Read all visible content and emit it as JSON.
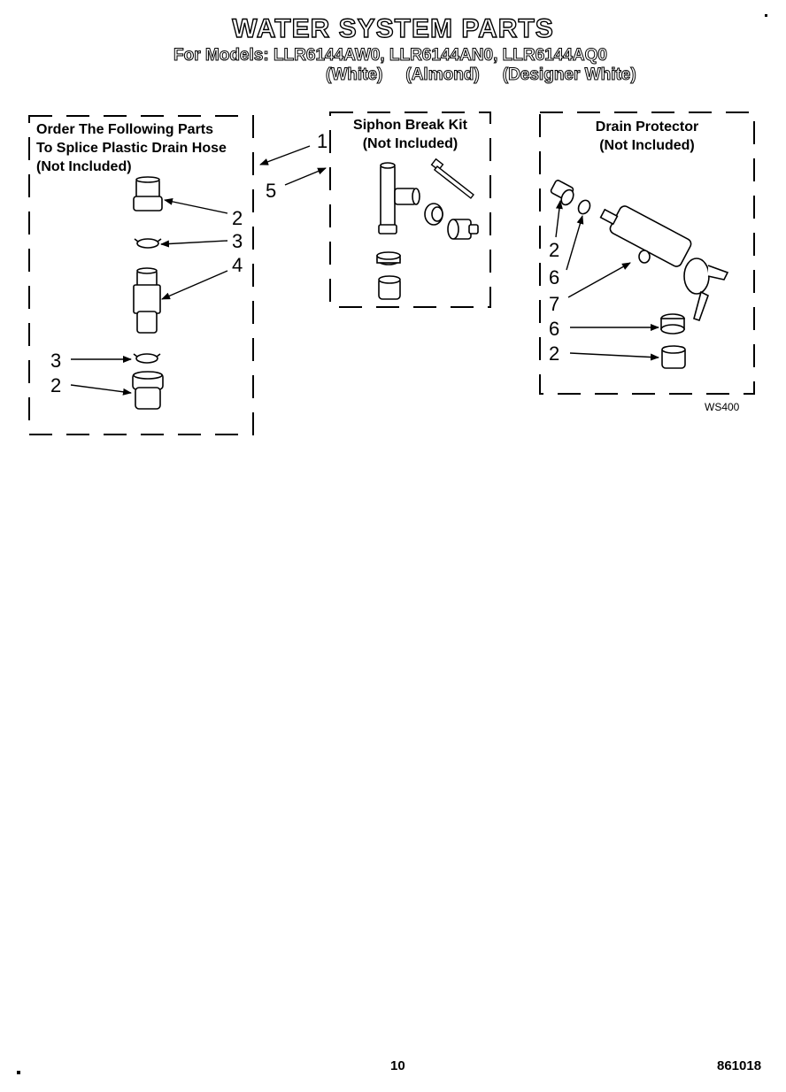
{
  "header": {
    "title": "WATER SYSTEM PARTS",
    "models_line": "For Models: LLR6144AW0, LLR6144AN0, LLR6144AQ0",
    "variants": [
      "(White)",
      "(Almond)",
      "(Designer White)"
    ]
  },
  "panels": {
    "splice": {
      "line1": "Order The Following Parts",
      "line2": "To Splice Plastic Drain Hose",
      "line3": "(Not Included)"
    },
    "siphon": {
      "line1": "Siphon Break Kit",
      "line2": "(Not Included)"
    },
    "drain": {
      "line1": "Drain Protector",
      "line2": "(Not Included)"
    }
  },
  "callouts": {
    "c1": "1",
    "c5": "5",
    "s2a": "2",
    "s3a": "3",
    "s4": "4",
    "s3b": "3",
    "s2b": "2",
    "d2a": "2",
    "d6a": "6",
    "d7": "7",
    "d6b": "6",
    "d2b": "2"
  },
  "diagram_code": "WS400",
  "footer": {
    "page_number": "10",
    "doc_number": "861018"
  }
}
